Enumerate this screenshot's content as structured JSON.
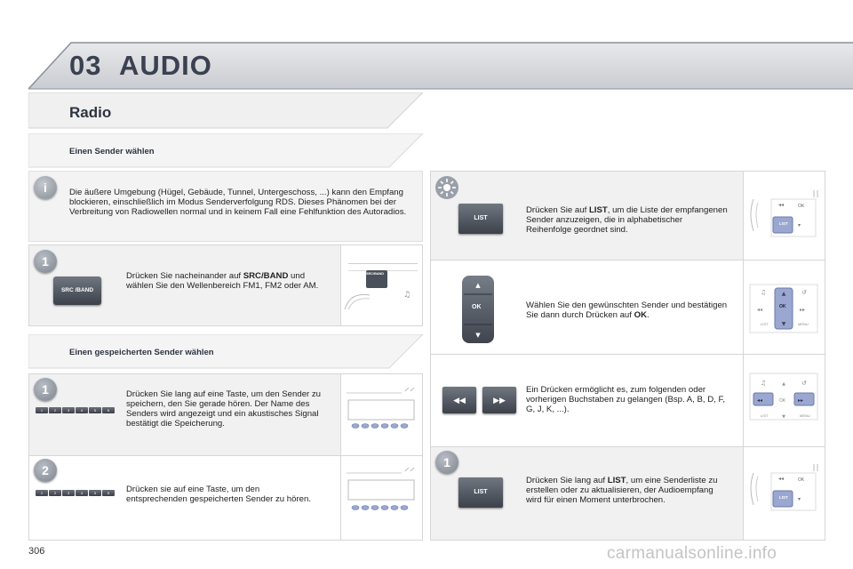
{
  "chapter": {
    "number": "03",
    "title": "AUDIO"
  },
  "section": {
    "title": "Radio"
  },
  "left": {
    "subtitle1": "Einen Sender wählen",
    "info_text": "Die äußere Umgebung (Hügel, Gebäude, Tunnel, Untergeschoss, ...) kann den Empfang blockieren, einschließlich im Modus Senderverfolgung RDS. Dieses Phänomen bei der Verbreitung von Radiowellen normal und in keinem Fall eine Fehlfunktion des Autoradios.",
    "step1": {
      "badge": "1",
      "button": "SRC /BAND",
      "text_pre": "Drücken Sie nacheinander auf ",
      "text_bold": "SRC/BAND",
      "text_post": " und wählen Sie den Wellenbereich FM1, FM2 oder AM.",
      "radio_label": "SRC/BAND"
    },
    "subtitle2": "Einen gespeicherten Sender wählen",
    "step2": {
      "badge": "1",
      "text": "Drücken Sie lang auf eine Taste, um den Sender zu speichern, den Sie gerade hören. Der Name des Senders wird angezeigt und ein akustisches Signal bestätigt die Speicherung."
    },
    "step3": {
      "badge": "2",
      "text": "Drücken sie auf eine Taste, um den entsprechenden gespeicherten Sender zu hören."
    },
    "preset_labels": [
      "1",
      "2",
      "3",
      "4",
      "5",
      "6"
    ]
  },
  "right": {
    "row1": {
      "button": "LIST",
      "text_pre": "Drücken Sie auf ",
      "text_bold": "LIST",
      "text_post": ", um die Liste der empfangenen Sender anzuzeigen, die in alphabetischer Reihenfolge geordnet sind."
    },
    "row2": {
      "ok_label": "OK",
      "text_pre": "Wählen Sie den gewünschten Sender und bestätigen Sie dann durch Drücken auf ",
      "text_bold": "OK",
      "text_post": "."
    },
    "row3": {
      "text": "Ein Drücken ermöglicht es, zum folgenden oder vorherigen Buchstaben zu gelangen (Bsp. A, B, D, F, G, J, K, ...)."
    },
    "row4": {
      "badge": "1",
      "button": "LIST",
      "text_pre": "Drücken Sie lang auf ",
      "text_bold": "LIST",
      "text_post": ", um eine Senderliste zu erstellen oder zu aktualisieren, der Audioempfang wird für einen Moment unterbrochen."
    },
    "panel_labels": {
      "ok": "OK",
      "list": "LIST",
      "menu": "MENU"
    }
  },
  "footer": {
    "page": "306",
    "watermark": "carmanualsonline.info"
  }
}
